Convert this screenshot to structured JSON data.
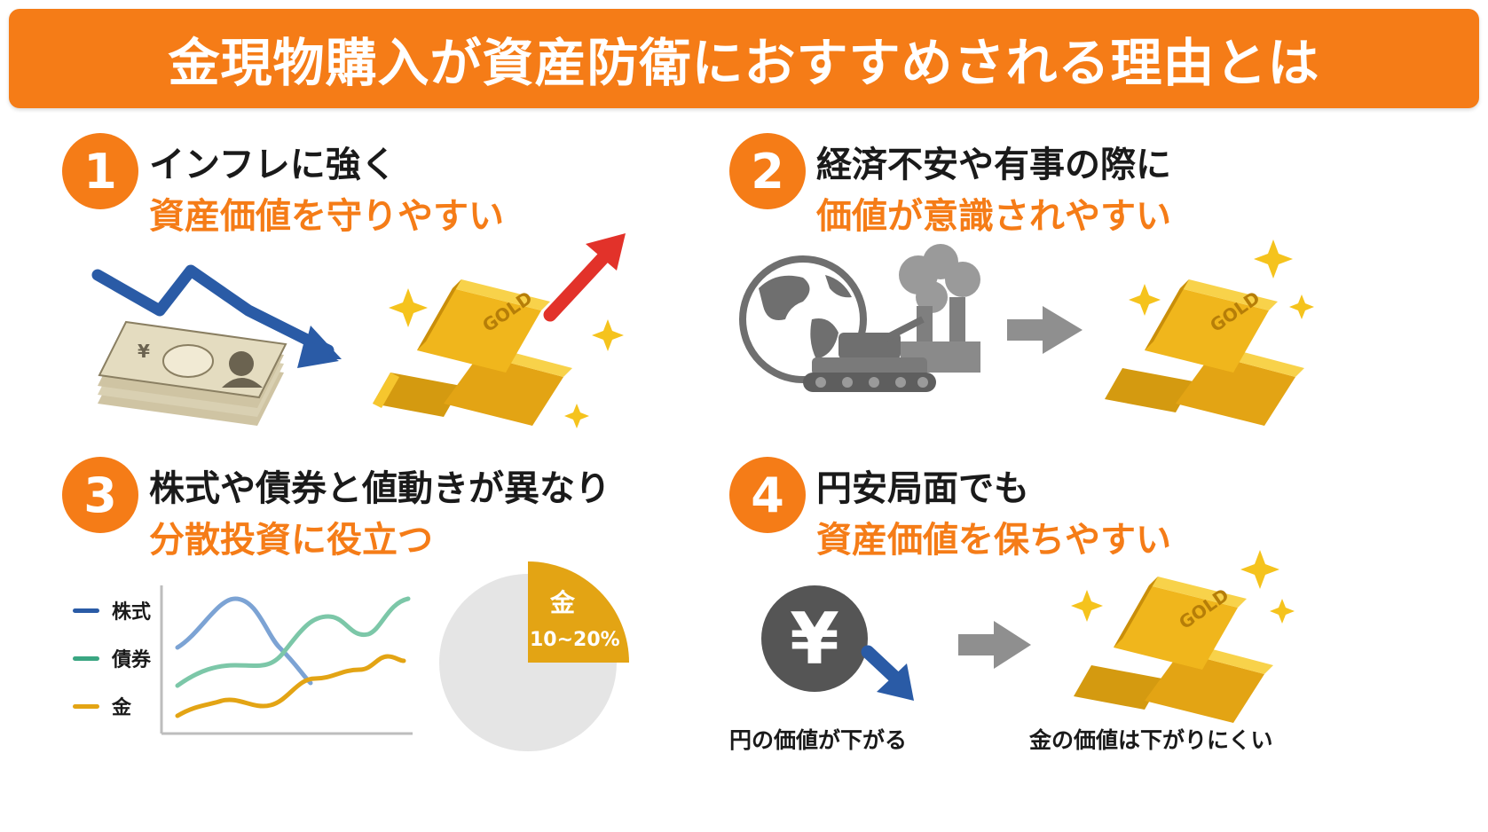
{
  "title": "金現物購入が資産防衛におすすめされる理由とは",
  "colors": {
    "accent": "#f57c17",
    "gold": "#e3a414",
    "blue": "#2a5ba6",
    "red": "#e2322a",
    "green": "#3aa682",
    "gray": "#8f8f8f"
  },
  "sections": [
    {
      "number": "1",
      "line1": "インフレに強く",
      "line2": "資産価値を守りやすい",
      "art_text": "GOLD"
    },
    {
      "number": "2",
      "line1": "経済不安や有事の際に",
      "line2": "価値が意識されやすい",
      "art_text": "GOLD"
    },
    {
      "number": "3",
      "line1": "株式や債券と値動きが異なり",
      "line2": "分散投資に役立つ"
    },
    {
      "number": "4",
      "line1": "円安局面でも",
      "line2": "資産価値を保ちやすい",
      "art_text": "GOLD",
      "captions": [
        "円の価値が下がる",
        "金の価値は下がりにくい"
      ]
    }
  ],
  "yen_symbol": "¥",
  "chart_data": {
    "type": "line",
    "series": [
      {
        "name": "株式",
        "color": "#2a5ba6"
      },
      {
        "name": "債券",
        "color": "#3aa682"
      },
      {
        "name": "金",
        "color": "#e3a414"
      }
    ],
    "pie": {
      "label": "金",
      "value_label": "10~20%",
      "share": 0.2
    }
  }
}
